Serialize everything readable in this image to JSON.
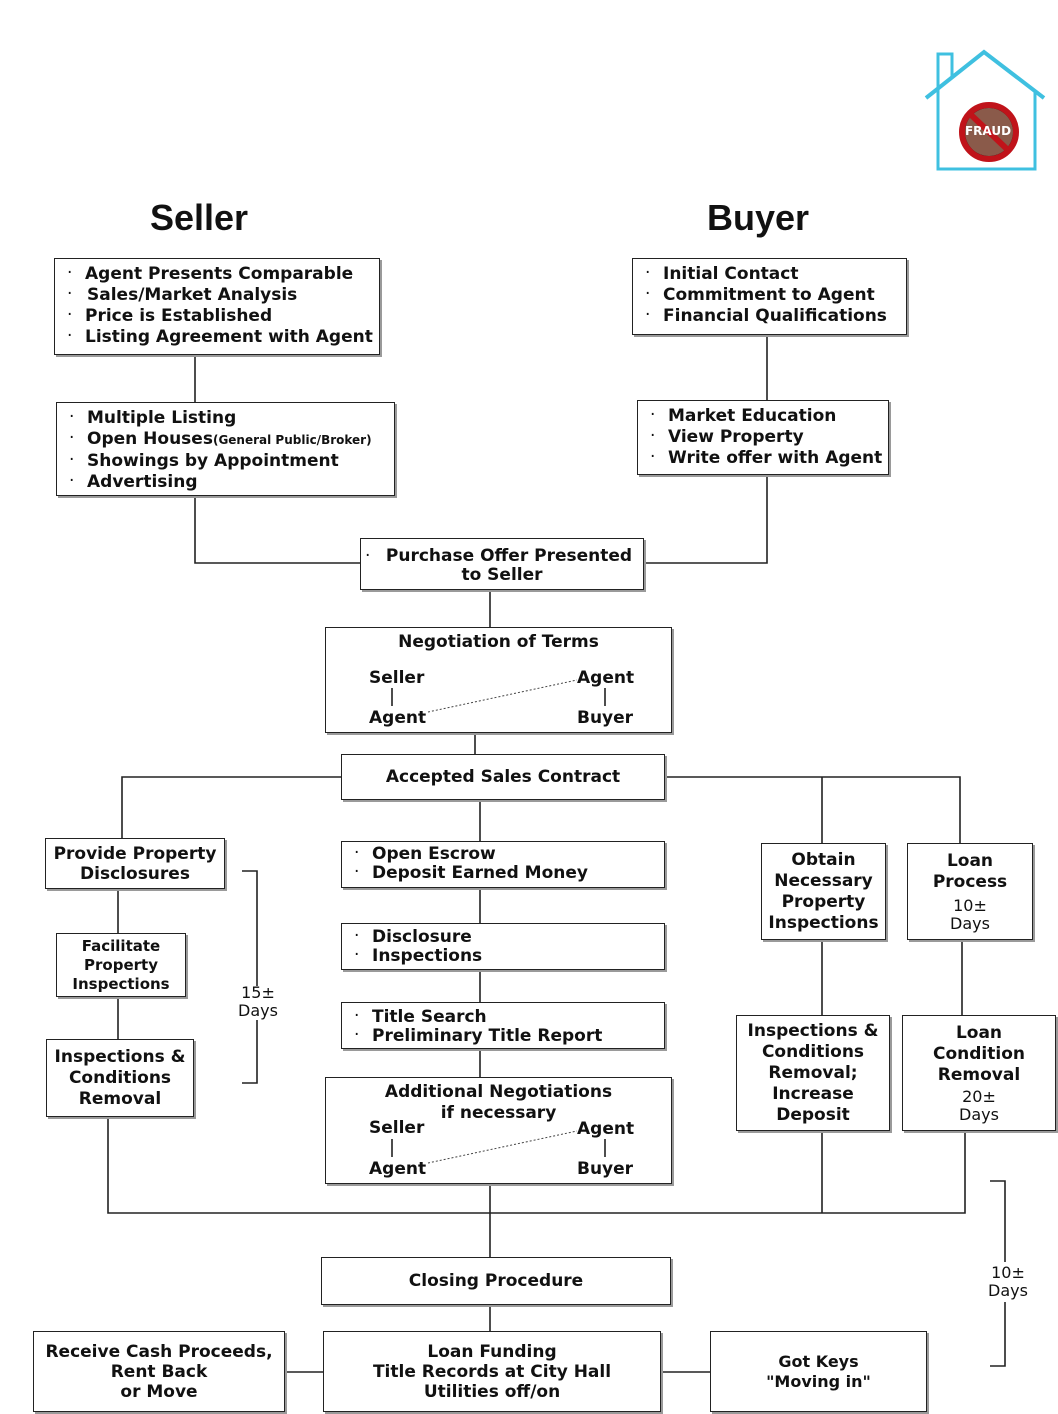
{
  "logo": {
    "text": "FRAUD",
    "house_color": "#3fc0e0",
    "seal_color": "#c0131a"
  },
  "headings": {
    "seller": "Seller",
    "buyer": "Buyer"
  },
  "seller_box1": [
    "Agent Presents Comparable",
    "Sales/Market Analysis",
    "Price is Established",
    "Listing Agreement with Agent"
  ],
  "seller_box2": {
    "item1": "Multiple Listing",
    "item2_main": "Open Houses",
    "item2_small": "(General Public/Broker)",
    "item3": "Showings by Appointment",
    "item4": "Advertising"
  },
  "buyer_box1": [
    "Initial Contact",
    "Commitment to Agent",
    "Financial Qualifications"
  ],
  "buyer_box2": [
    "Market Education",
    "View Property",
    "Write offer with Agent"
  ],
  "purchase_offer": [
    "Purchase Offer Presented",
    "to Seller"
  ],
  "negotiation": {
    "title": "Negotiation of Terms",
    "seller": "Seller",
    "agent_left": "Agent",
    "agent_right": "Agent",
    "buyer": "Buyer"
  },
  "accepted": "Accepted Sales Contract",
  "left_col": {
    "provide": [
      "Provide Property",
      "Disclosures"
    ],
    "facilitate": [
      "Facilitate",
      "Property",
      "Inspections"
    ],
    "inspections": [
      "Inspections &",
      "Conditions",
      "Removal"
    ]
  },
  "days15": [
    "15±",
    "Days"
  ],
  "mid_col": {
    "escrow": [
      "Open Escrow",
      "Deposit Earned Money"
    ],
    "disclosure": [
      "Disclosure",
      "Inspections"
    ],
    "title": [
      "Title Search",
      "Preliminary Title Report"
    ]
  },
  "additional": {
    "title": [
      "Additional Negotiations",
      "if necessary"
    ],
    "seller": "Seller",
    "agent_left": "Agent",
    "agent_right": "Agent",
    "buyer": "Buyer"
  },
  "obtain": [
    "Obtain",
    "Necessary",
    "Property",
    "Inspections"
  ],
  "loan_process": {
    "lines": [
      "Loan",
      "Process"
    ],
    "days": [
      "10±",
      "Days"
    ]
  },
  "insp_removal": [
    "Inspections &",
    "Conditions",
    "Removal;",
    "Increase",
    "Deposit"
  ],
  "loan_condition": {
    "lines": [
      "Loan",
      "Condition",
      "Removal"
    ],
    "days": [
      "20±",
      "Days"
    ]
  },
  "days10": [
    "10±",
    "Days"
  ],
  "closing": "Closing Procedure",
  "receive": [
    "Receive Cash Proceeds,",
    "Rent Back",
    "or Move"
  ],
  "funding": [
    "Loan Funding",
    "Title Records at City Hall",
    "Utilities off/on"
  ],
  "keys": [
    "Got Keys",
    "\"Moving in\""
  ]
}
